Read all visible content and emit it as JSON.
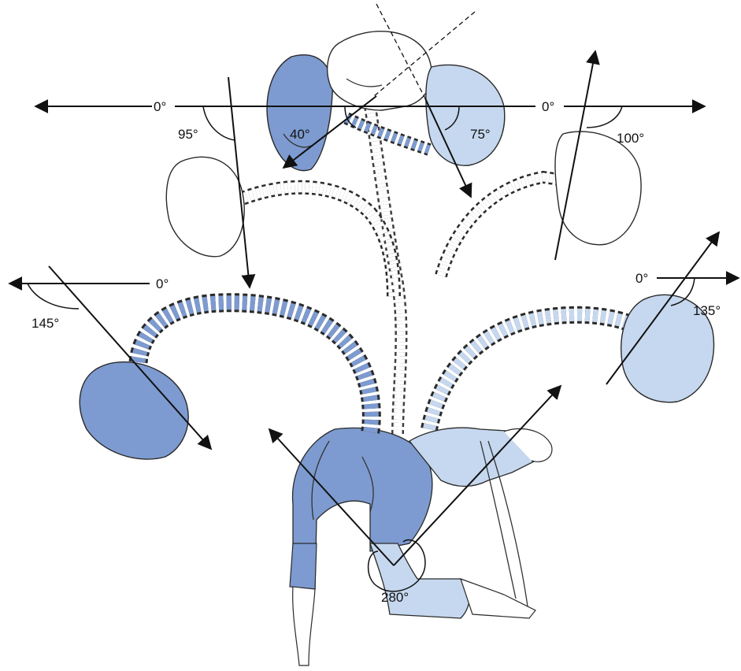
{
  "colors": {
    "dark_blue": "#7d9bd0",
    "light_blue": "#c6d8ef",
    "outline": "#2a2a2a",
    "white": "#ffffff",
    "arrow": "#111111"
  },
  "labels": {
    "top_left_zero": "0°",
    "top_right_zero": "0°",
    "mid_left_zero": "0°",
    "mid_right_zero": "0°",
    "angle_95": "95°",
    "angle_40": "40°",
    "angle_75": "75°",
    "angle_100": "100°",
    "angle_145": "145°",
    "angle_135": "135°",
    "angle_280": "280°"
  }
}
